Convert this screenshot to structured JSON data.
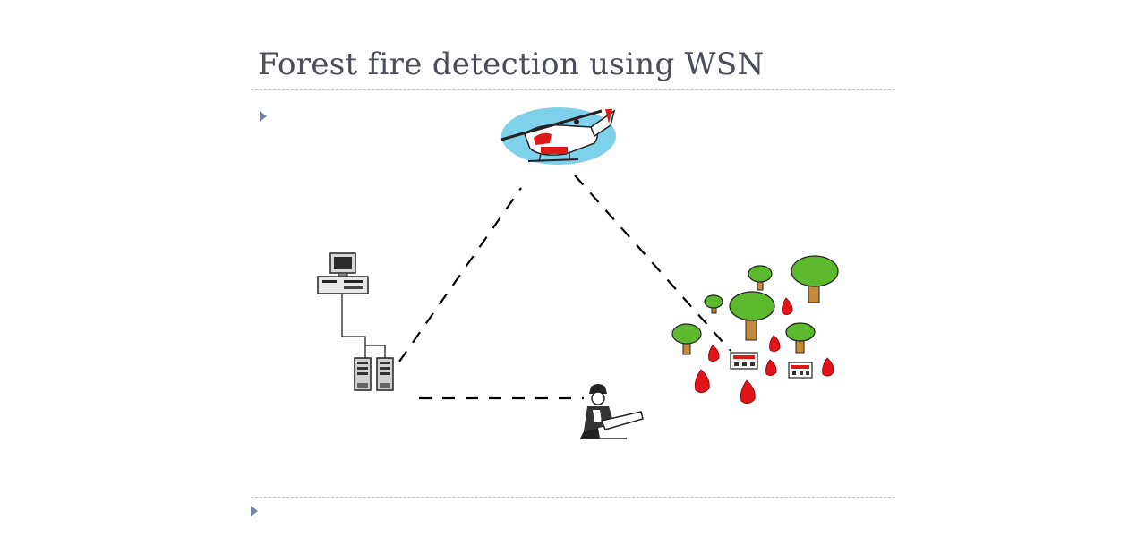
{
  "slide": {
    "title": "Forest fire detection using WSN",
    "bullets": [
      "",
      ""
    ]
  },
  "diagram": {
    "nodes": [
      {
        "id": "helicopter",
        "icon": "helicopter-icon"
      },
      {
        "id": "control-station",
        "icon": "computer-workstation-icon"
      },
      {
        "id": "servers",
        "icon": "server-tower-icon"
      },
      {
        "id": "firefighter",
        "icon": "firefighter-icon"
      },
      {
        "id": "forest",
        "icon": "forest-fire-icon"
      }
    ],
    "links": [
      {
        "from": "servers",
        "to": "helicopter",
        "style": "dashed"
      },
      {
        "from": "helicopter",
        "to": "forest",
        "style": "dashed"
      },
      {
        "from": "servers",
        "to": "firefighter",
        "style": "dashed"
      }
    ],
    "colors": {
      "sky": "#7fd0ea",
      "tree_canopy": "#5cb82c",
      "trunk": "#c48a3a",
      "fire": "#e0141a",
      "title": "#4a4d5c",
      "bullet": "#7486a6"
    }
  }
}
